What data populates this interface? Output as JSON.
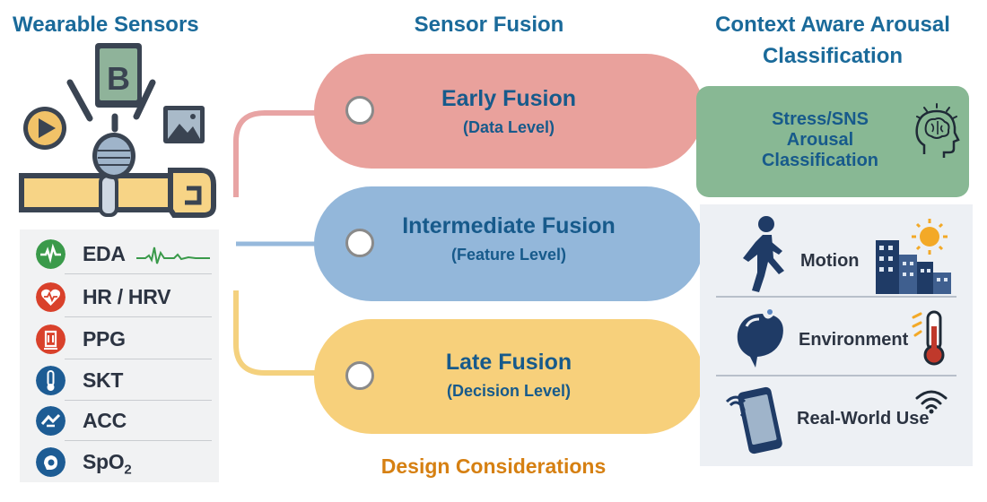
{
  "headings": {
    "wearable": "Wearable Sensors",
    "fusion": "Sensor Fusion",
    "context_line1": "Context Aware Arousal",
    "context_line2": "Classification"
  },
  "sensors": [
    {
      "label": "EDA",
      "icon": "eda-wave-icon",
      "color": "#3a9a4a"
    },
    {
      "label": "HR / HRV",
      "icon": "heart-pulse-icon",
      "color": "#d9412b"
    },
    {
      "label": "PPG",
      "icon": "ppg-icon",
      "color": "#d9412b"
    },
    {
      "label": "SKT",
      "icon": "thermometer-icon",
      "color": "#1d5c94"
    },
    {
      "label": "ACC",
      "icon": "accelerometer-icon",
      "color": "#1d5c94"
    },
    {
      "label": "SpO",
      "sub": "2",
      "icon": "spo2-icon",
      "color": "#1d5c94"
    }
  ],
  "fusion": [
    {
      "title": "Early Fusion",
      "sub": "(Data Level)",
      "color": "#e9a19c",
      "line": "#e8a4a4"
    },
    {
      "title": "Intermediate Fusion",
      "sub": "(Feature Level)",
      "color": "#93b7da",
      "line": "#96b9dc"
    },
    {
      "title": "Late Fusion",
      "sub": "(Decision Level)",
      "color": "#f7d07b",
      "line": "#f4d17e"
    }
  ],
  "design_considerations": "Design Considerations",
  "classification": {
    "text": "Stress/SNS Arousal Classification",
    "line1": "Stress/SNS",
    "line2": "Arousal",
    "line3": "Classification",
    "color": "#88b894"
  },
  "context": [
    {
      "label": "Motion",
      "icon": "walking-person-icon"
    },
    {
      "label": "Environment",
      "icon": "environment-icon"
    },
    {
      "label": "Real-World Use",
      "icon": "smartphone-icon"
    }
  ]
}
